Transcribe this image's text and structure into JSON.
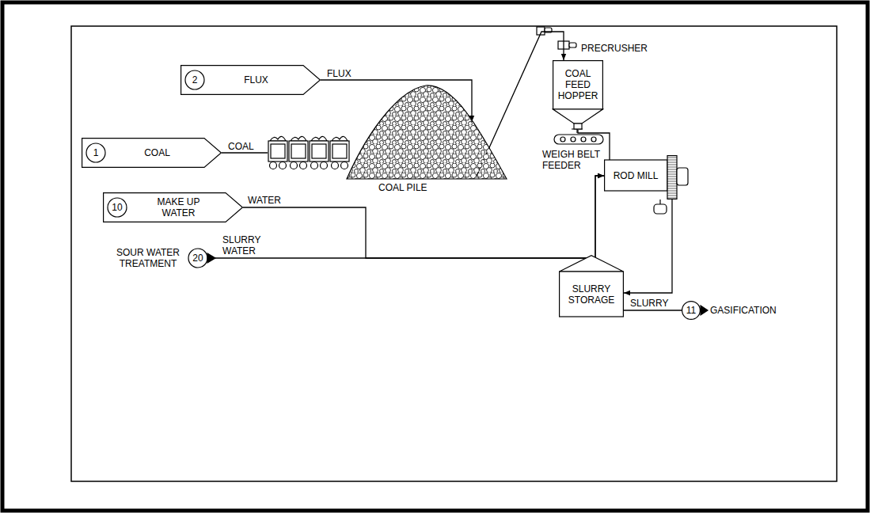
{
  "diagram": {
    "nodes": [
      {
        "text": [
          "2",
          "FLUX"
        ]
      },
      {
        "text": [
          "1",
          "COAL"
        ]
      },
      {
        "text": [
          "COAL PILE"
        ]
      },
      {
        "text": [
          "COAL FEED HOPPER"
        ]
      },
      {
        "text": [
          "ROD MILL"
        ]
      },
      {
        "text": [
          "10",
          "MAKE UP WATER"
        ]
      },
      {
        "text": [
          "SOUR WATER TREATMENT",
          "20"
        ]
      },
      {
        "text": [
          "SLURRY STORAGE"
        ]
      },
      {
        "text": [
          "11",
          "GASIFICATION"
        ]
      }
    ],
    "edges": [
      {
        "from": 0,
        "to": 2,
        "label": "FLUX",
        "arrow": "to"
      },
      {
        "from": 1,
        "to": 2,
        "label": "COAL",
        "arrow": "none"
      },
      {
        "from": 2,
        "to": 3,
        "arrow": "to"
      },
      {
        "from": 3,
        "to": 4,
        "arrow": "none"
      },
      {
        "from": 5,
        "to": 4,
        "label": "WATER",
        "arrow": "to"
      },
      {
        "from": 6,
        "to": 4,
        "label": "SLURRY WATER",
        "arrow": "to"
      },
      {
        "from": 4,
        "to": 7,
        "arrow": "to"
      },
      {
        "from": 7,
        "to": 8,
        "label": "SLURRY",
        "arrow": "none"
      }
    ],
    "labels": [
      "PRECRUSHER",
      "WEIGH BELT FEEDER"
    ]
  }
}
